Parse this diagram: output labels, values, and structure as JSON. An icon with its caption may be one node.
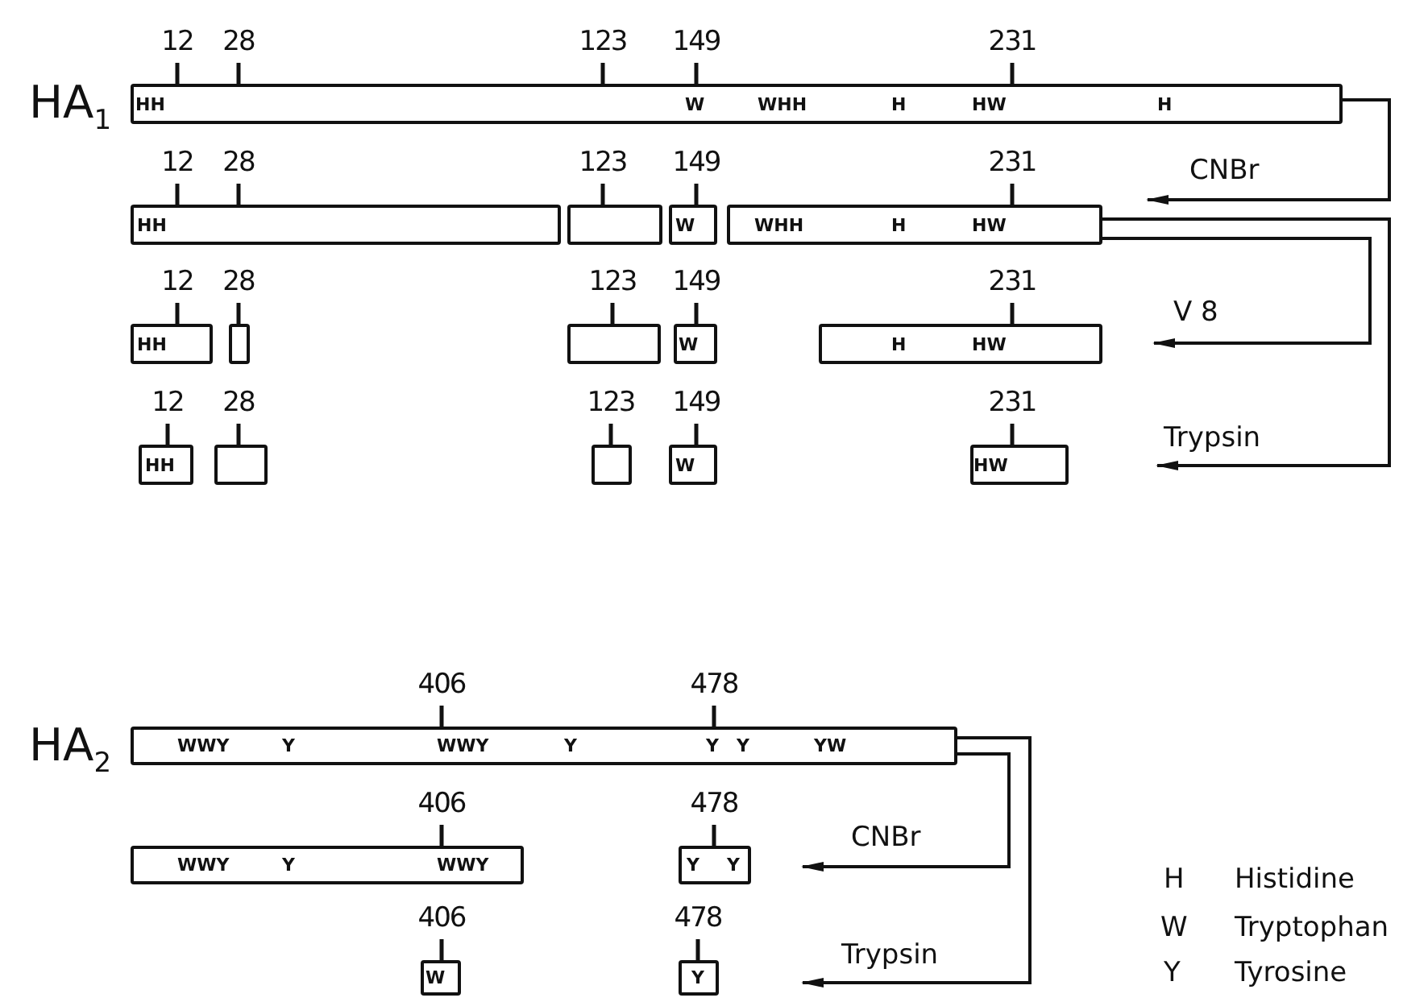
{
  "diagram": {
    "nodes": [
      {
        "text": [
          "HH",
          "W",
          "WHH",
          "H",
          "HW",
          "H"
        ],
        "beside": [
          "HA$_{1}$",
          "12",
          "28",
          "123",
          "149",
          "231"
        ]
      },
      {
        "text": [
          "HH"
        ],
        "beside": [
          "12",
          "28"
        ]
      },
      {
        "text": [],
        "shape": "bar",
        "beside": [
          "123"
        ]
      },
      {
        "text": [
          "W"
        ],
        "beside": [
          "149"
        ]
      },
      {
        "text": [
          "WHH",
          "H",
          "HW"
        ],
        "beside": [
          "231"
        ]
      },
      {
        "text": [
          "HH"
        ],
        "beside": [
          "12"
        ]
      },
      {
        "text": [],
        "shape": "bar",
        "beside": [
          "28"
        ]
      },
      {
        "text": [],
        "shape": "bar",
        "beside": [
          "123"
        ]
      },
      {
        "text": [
          "W"
        ],
        "beside": [
          "149"
        ]
      },
      {
        "text": [
          "H",
          "HW"
        ],
        "beside": [
          "231"
        ]
      },
      {
        "text": [
          "HH"
        ],
        "beside": [
          "12"
        ]
      },
      {
        "text": [],
        "shape": "bar",
        "beside": [
          "28"
        ]
      },
      {
        "text": [],
        "shape": "bar",
        "beside": [
          "123"
        ]
      },
      {
        "text": [
          "W"
        ],
        "beside": [
          "149"
        ]
      },
      {
        "text": [
          "HW"
        ],
        "beside": [
          "231"
        ]
      },
      {
        "text": [
          "WWY",
          "Y",
          "WWY",
          "Y",
          "Y",
          "Y",
          "YW"
        ],
        "beside": [
          "HA$_{2}$",
          "406",
          "478"
        ]
      },
      {
        "text": [
          "WWY",
          "Y",
          "WWY"
        ],
        "beside": [
          "406"
        ]
      },
      {
        "text": [
          "Y",
          "Y"
        ],
        "beside": [
          "478"
        ]
      },
      {
        "text": [
          "W"
        ],
        "beside": [
          "406"
        ]
      },
      {
        "text": [
          "Y"
        ],
        "beside": [
          "478"
        ]
      }
    ],
    "edges": [
      {
        "from": 0,
        "to": null,
        "arrow": "to",
        "label": "CNBr"
      },
      {
        "from": 4,
        "to": null,
        "arrow": "to",
        "label": "V 8"
      },
      {
        "from": 4,
        "to": null,
        "arrow": "to",
        "label": "Trypsin"
      },
      {
        "from": 15,
        "to": null,
        "arrow": "to",
        "label": "CNBr"
      },
      {
        "from": 15,
        "to": null,
        "arrow": "to",
        "label": "Trypsin"
      }
    ],
    "labels": [
      "H",
      "Histidine",
      "W",
      "Tryptophan",
      "Y",
      "Tyrosine"
    ]
  }
}
